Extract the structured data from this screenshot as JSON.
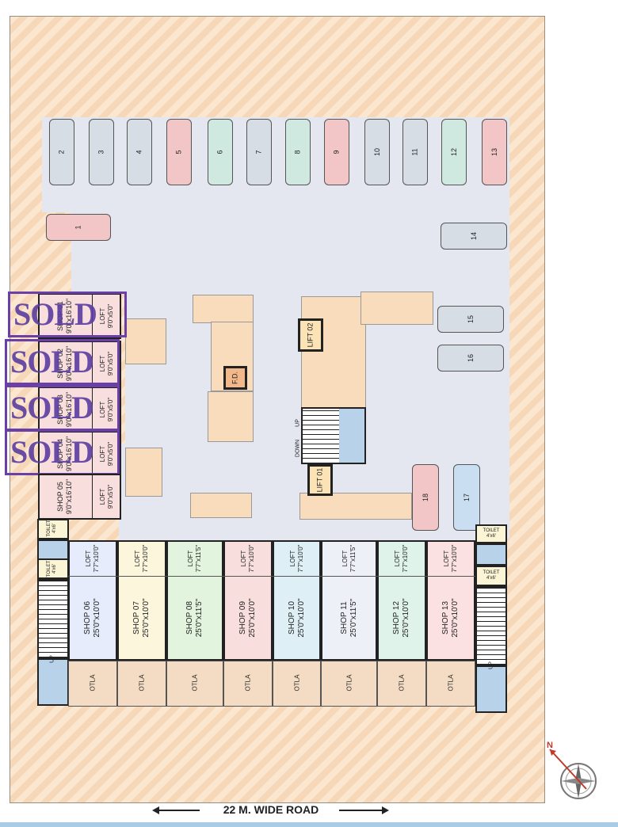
{
  "plan": {
    "parking_numbers": [
      "1",
      "2",
      "3",
      "4",
      "5",
      "6",
      "7",
      "8",
      "9",
      "10",
      "11",
      "12",
      "13",
      "14",
      "15",
      "16",
      "17",
      "18"
    ],
    "fd_label": "F.D.",
    "lifts": [
      "LIFT 01",
      "LIFT 02"
    ],
    "stair_up": "UP",
    "stair_down": "DOWN",
    "toilet_label": "TOILET",
    "toilet_size_a": "4'x6'",
    "toilet_size_b": "4'x6'",
    "otla_label": "OTLA",
    "road_label": "22 M. WIDE ROAD",
    "sold_stamp": "SOLD",
    "north_mark": "N"
  },
  "left_shops": [
    {
      "name": "SHOP 01",
      "size": "9'0\"x16'10\"",
      "loft": "LOFT",
      "loft_size": "9'0\"x5'0\"",
      "sold": true
    },
    {
      "name": "SHOP 02",
      "size": "9'0\"x16'10\"",
      "loft": "LOFT",
      "loft_size": "9'0\"x5'0\"",
      "sold": true
    },
    {
      "name": "SHOP 03",
      "size": "9'0\"x16'10\"",
      "loft": "LOFT",
      "loft_size": "9'0\"x5'0\"",
      "sold": true
    },
    {
      "name": "SHOP 04",
      "size": "9'0\"x16'10\"",
      "loft": "LOFT",
      "loft_size": "9'0\"x5'0\"",
      "sold": true
    },
    {
      "name": "SHOP 05",
      "size": "9'0\"x16'10\"",
      "loft": "LOFT",
      "loft_size": "9'0\"x5'0\"",
      "sold": false
    }
  ],
  "front_shops": [
    {
      "name": "SHOP 06",
      "size": "25'0\"x10'0\"",
      "loft": "LOFT",
      "loft_size": "7'7\"x10'0\"",
      "color": "#e6ecfb"
    },
    {
      "name": "SHOP 07",
      "size": "25'0\"x10'0\"",
      "loft": "LOFT",
      "loft_size": "7'7\"x10'0\"",
      "color": "#fbf6dc"
    },
    {
      "name": "SHOP 08",
      "size": "25'0\"x11'5\"",
      "loft": "LOFT",
      "loft_size": "7'7\"x11'5\"",
      "color": "#e2f3de"
    },
    {
      "name": "SHOP 09",
      "size": "25'0\"x10'0\"",
      "loft": "LOFT",
      "loft_size": "7'7\"x10'0\"",
      "color": "#f9dede"
    },
    {
      "name": "SHOP 10",
      "size": "25'0\"x10'0\"",
      "loft": "LOFT",
      "loft_size": "7'7\"x10'0\"",
      "color": "#def0f6"
    },
    {
      "name": "SHOP 11",
      "size": "25'0\"x11'5\"",
      "loft": "LOFT",
      "loft_size": "7'7\"x11'5\"",
      "color": "#eef0f8"
    },
    {
      "name": "SHOP 12",
      "size": "25'0\"x10'0\"",
      "loft": "LOFT",
      "loft_size": "7'7\"x10'0\"",
      "color": "#dff3ea"
    },
    {
      "name": "SHOP 13",
      "size": "25'0\"x10'0\"",
      "loft": "LOFT",
      "loft_size": "7'7\"x10'0\"",
      "color": "#fbe1e1"
    }
  ],
  "car_colors": {
    "grey": "#d7dde4",
    "pink": "#f2c6c6",
    "mint": "#cfe8e0",
    "blue": "#c9def0"
  }
}
